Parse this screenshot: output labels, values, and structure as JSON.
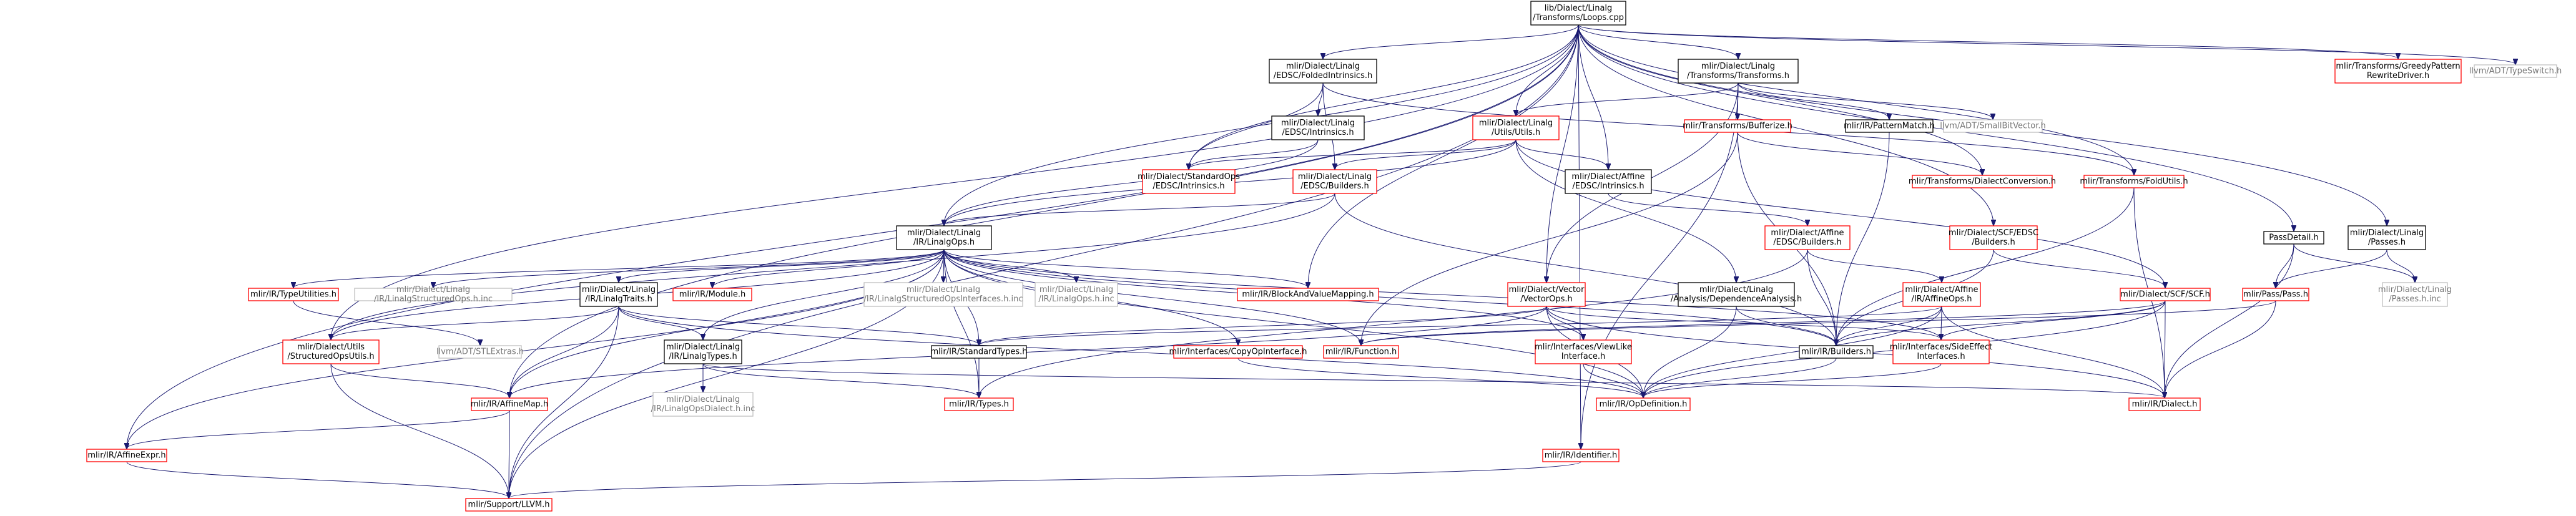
{
  "diagram": {
    "type": "include-dependency-graph",
    "root": "n_root",
    "colors": {
      "root_fill": "#bfbfbf",
      "node_fill": "#ffffff",
      "border_red": "#ff0000",
      "border_black": "#000000",
      "border_gray": "#bfbfbf",
      "edge": "#191970"
    },
    "nodes": [
      {
        "id": "n_root",
        "lines": [
          "lib/Dialect/Linalg",
          "/Transforms/Loops.cpp"
        ],
        "border": "black",
        "root": true
      },
      {
        "id": "n_folded",
        "lines": [
          "mlir/Dialect/Linalg",
          "/EDSC/FoldedIntrinsics.h"
        ],
        "border": "black"
      },
      {
        "id": "n_transforms",
        "lines": [
          "mlir/Dialect/Linalg",
          "/Transforms/Transforms.h"
        ],
        "border": "black"
      },
      {
        "id": "n_greedy",
        "lines": [
          "mlir/Transforms/GreedyPattern",
          "RewriteDriver.h"
        ],
        "border": "red"
      },
      {
        "id": "n_typeswitch",
        "lines": [
          "llvm/ADT/TypeSwitch.h"
        ],
        "border": "gray"
      },
      {
        "id": "n_linalg_intr",
        "lines": [
          "mlir/Dialect/Linalg",
          "/EDSC/Intrinsics.h"
        ],
        "border": "black"
      },
      {
        "id": "n_utils",
        "lines": [
          "mlir/Dialect/Linalg",
          "/Utils/Utils.h"
        ],
        "border": "red"
      },
      {
        "id": "n_buffer",
        "lines": [
          "mlir/Transforms/Bufferize.h"
        ],
        "border": "red"
      },
      {
        "id": "n_patmatch",
        "lines": [
          "mlir/IR/PatternMatch.h"
        ],
        "border": "black"
      },
      {
        "id": "n_smallbit",
        "lines": [
          "llvm/ADT/SmallBitVector.h"
        ],
        "border": "gray"
      },
      {
        "id": "n_std_intr",
        "lines": [
          "mlir/Dialect/StandardOps",
          "/EDSC/Intrinsics.h"
        ],
        "border": "red"
      },
      {
        "id": "n_linalg_bld",
        "lines": [
          "mlir/Dialect/Linalg",
          "/EDSC/Builders.h"
        ],
        "border": "red"
      },
      {
        "id": "n_aff_intr",
        "lines": [
          "mlir/Dialect/Affine",
          "/EDSC/Intrinsics.h"
        ],
        "border": "black"
      },
      {
        "id": "n_dialconv",
        "lines": [
          "mlir/Transforms/DialectConversion.h"
        ],
        "border": "red"
      },
      {
        "id": "n_foldutils",
        "lines": [
          "mlir/Transforms/FoldUtils.h"
        ],
        "border": "red"
      },
      {
        "id": "n_passdetail",
        "lines": [
          "PassDetail.h"
        ],
        "border": "black"
      },
      {
        "id": "n_passes",
        "lines": [
          "mlir/Dialect/Linalg",
          "/Passes.h"
        ],
        "border": "black"
      },
      {
        "id": "n_linalgops",
        "lines": [
          "mlir/Dialect/Linalg",
          "/IR/LinalgOps.h"
        ],
        "border": "black"
      },
      {
        "id": "n_aff_bld",
        "lines": [
          "mlir/Dialect/Affine",
          "/EDSC/Builders.h"
        ],
        "border": "red"
      },
      {
        "id": "n_scf_edsc",
        "lines": [
          "mlir/Dialect/SCF/EDSC",
          "/Builders.h"
        ],
        "border": "red"
      },
      {
        "id": "n_typeutils",
        "lines": [
          "mlir/IR/TypeUtilities.h"
        ],
        "border": "red"
      },
      {
        "id": "n_lso_inc",
        "lines": [
          "mlir/Dialect/Linalg",
          "/IR/LinalgStructuredOps.h.inc"
        ],
        "border": "gray"
      },
      {
        "id": "n_traits",
        "lines": [
          "mlir/Dialect/Linalg",
          "/IR/LinalgTraits.h"
        ],
        "border": "black"
      },
      {
        "id": "n_module",
        "lines": [
          "mlir/IR/Module.h"
        ],
        "border": "red"
      },
      {
        "id": "n_lsoi_inc",
        "lines": [
          "mlir/Dialect/Linalg",
          "/IR/LinalgStructuredOpsInterfaces.h.inc"
        ],
        "border": "gray"
      },
      {
        "id": "n_lops_inc",
        "lines": [
          "mlir/Dialect/Linalg",
          "/IR/LinalgOps.h.inc"
        ],
        "border": "gray"
      },
      {
        "id": "n_bvm",
        "lines": [
          "mlir/IR/BlockAndValueMapping.h"
        ],
        "border": "red"
      },
      {
        "id": "n_vectorops",
        "lines": [
          "mlir/Dialect/Vector",
          "/VectorOps.h"
        ],
        "border": "red"
      },
      {
        "id": "n_depanal",
        "lines": [
          "mlir/Dialect/Linalg",
          "/Analysis/DependenceAnalysis.h"
        ],
        "border": "black"
      },
      {
        "id": "n_affineops",
        "lines": [
          "mlir/Dialect/Affine",
          "/IR/AffineOps.h"
        ],
        "border": "red"
      },
      {
        "id": "n_scf",
        "lines": [
          "mlir/Dialect/SCF/SCF.h"
        ],
        "border": "red"
      },
      {
        "id": "n_pass",
        "lines": [
          "mlir/Pass/Pass.h"
        ],
        "border": "red"
      },
      {
        "id": "n_passes_inc",
        "lines": [
          "mlir/Dialect/Linalg",
          "/Passes.h.inc"
        ],
        "border": "gray"
      },
      {
        "id": "n_structutils",
        "lines": [
          "mlir/Dialect/Utils",
          "/StructuredOpsUtils.h"
        ],
        "border": "red"
      },
      {
        "id": "n_stlextras",
        "lines": [
          "llvm/ADT/STLExtras.h"
        ],
        "border": "gray"
      },
      {
        "id": "n_lintypes",
        "lines": [
          "mlir/Dialect/Linalg",
          "/IR/LinalgTypes.h"
        ],
        "border": "black"
      },
      {
        "id": "n_stdtypes",
        "lines": [
          "mlir/IR/StandardTypes.h"
        ],
        "border": "black"
      },
      {
        "id": "n_copyop",
        "lines": [
          "mlir/Interfaces/CopyOpInterface.h"
        ],
        "border": "red"
      },
      {
        "id": "n_function",
        "lines": [
          "mlir/IR/Function.h"
        ],
        "border": "red"
      },
      {
        "id": "n_viewlike",
        "lines": [
          "mlir/Interfaces/ViewLike",
          "Interface.h"
        ],
        "border": "red"
      },
      {
        "id": "n_builders",
        "lines": [
          "mlir/IR/Builders.h"
        ],
        "border": "black"
      },
      {
        "id": "n_sideeff",
        "lines": [
          "mlir/Interfaces/SideEffect",
          "Interfaces.h"
        ],
        "border": "red"
      },
      {
        "id": "n_affinemap",
        "lines": [
          "mlir/IR/AffineMap.h"
        ],
        "border": "red"
      },
      {
        "id": "n_lod_inc",
        "lines": [
          "mlir/Dialect/Linalg",
          "/IR/LinalgOpsDialect.h.inc"
        ],
        "border": "gray"
      },
      {
        "id": "n_types",
        "lines": [
          "mlir/IR/Types.h"
        ],
        "border": "red"
      },
      {
        "id": "n_opdef",
        "lines": [
          "mlir/IR/OpDefinition.h"
        ],
        "border": "red"
      },
      {
        "id": "n_dialect",
        "lines": [
          "mlir/IR/Dialect.h"
        ],
        "border": "red"
      },
      {
        "id": "n_affineexpr",
        "lines": [
          "mlir/IR/AffineExpr.h"
        ],
        "border": "red"
      },
      {
        "id": "n_identifier",
        "lines": [
          "mlir/IR/Identifier.h"
        ],
        "border": "red"
      },
      {
        "id": "n_supportllvm",
        "lines": [
          "mlir/Support/LLVM.h"
        ],
        "border": "red"
      }
    ],
    "edges": [
      [
        "n_root",
        "n_folded"
      ],
      [
        "n_root",
        "n_transforms"
      ],
      [
        "n_root",
        "n_greedy"
      ],
      [
        "n_root",
        "n_typeswitch"
      ],
      [
        "n_root",
        "n_std_intr"
      ],
      [
        "n_root",
        "n_utils"
      ],
      [
        "n_root",
        "n_aff_intr"
      ],
      [
        "n_root",
        "n_dialconv"
      ],
      [
        "n_root",
        "n_foldutils"
      ],
      [
        "n_root",
        "n_passdetail"
      ],
      [
        "n_root",
        "n_passes"
      ],
      [
        "n_root",
        "n_linalgops"
      ],
      [
        "n_root",
        "n_bvm"
      ],
      [
        "n_root",
        "n_vectorops"
      ],
      [
        "n_root",
        "n_scf_edsc"
      ],
      [
        "n_root",
        "n_structutils"
      ],
      [
        "n_root",
        "n_affinemap"
      ],
      [
        "n_root",
        "n_affineexpr"
      ],
      [
        "n_root",
        "n_supportllvm"
      ],
      [
        "n_root",
        "n_identifier"
      ],
      [
        "n_folded",
        "n_linalg_intr"
      ],
      [
        "n_folded",
        "n_std_intr"
      ],
      [
        "n_folded",
        "n_linalg_bld"
      ],
      [
        "n_folded",
        "n_foldutils"
      ],
      [
        "n_linalg_intr",
        "n_std_intr"
      ],
      [
        "n_linalg_intr",
        "n_linalgops"
      ],
      [
        "n_transforms",
        "n_utils"
      ],
      [
        "n_transforms",
        "n_buffer"
      ],
      [
        "n_transforms",
        "n_patmatch"
      ],
      [
        "n_transforms",
        "n_smallbit"
      ],
      [
        "n_transforms",
        "n_vectorops"
      ],
      [
        "n_transforms",
        "n_identifier"
      ],
      [
        "n_utils",
        "n_std_intr"
      ],
      [
        "n_utils",
        "n_linalg_bld"
      ],
      [
        "n_utils",
        "n_aff_intr"
      ],
      [
        "n_utils",
        "n_linalgops"
      ],
      [
        "n_utils",
        "n_depanal"
      ],
      [
        "n_utils",
        "n_scf"
      ],
      [
        "n_buffer",
        "n_dialconv"
      ],
      [
        "n_buffer",
        "n_builders"
      ],
      [
        "n_buffer",
        "n_function"
      ],
      [
        "n_patmatch",
        "n_builders"
      ],
      [
        "n_linalg_bld",
        "n_linalgops"
      ],
      [
        "n_linalg_bld",
        "n_builders"
      ],
      [
        "n_linalg_bld",
        "n_structutils"
      ],
      [
        "n_aff_intr",
        "n_aff_bld"
      ],
      [
        "n_aff_bld",
        "n_builders"
      ],
      [
        "n_aff_bld",
        "n_affineops"
      ],
      [
        "n_aff_bld",
        "n_types"
      ],
      [
        "n_foldutils",
        "n_builders"
      ],
      [
        "n_foldutils",
        "n_dialect"
      ],
      [
        "n_scf_edsc",
        "n_scf"
      ],
      [
        "n_scf_edsc",
        "n_builders"
      ],
      [
        "n_passdetail",
        "n_pass"
      ],
      [
        "n_passdetail",
        "n_dialect"
      ],
      [
        "n_passdetail",
        "n_passes_inc"
      ],
      [
        "n_passes",
        "n_pass"
      ],
      [
        "n_passes",
        "n_passes_inc"
      ],
      [
        "n_pass",
        "n_function"
      ],
      [
        "n_pass",
        "n_dialect"
      ],
      [
        "n_linalgops",
        "n_typeutils"
      ],
      [
        "n_linalgops",
        "n_lso_inc"
      ],
      [
        "n_linalgops",
        "n_traits"
      ],
      [
        "n_linalgops",
        "n_module"
      ],
      [
        "n_linalgops",
        "n_lsoi_inc"
      ],
      [
        "n_linalgops",
        "n_lops_inc"
      ],
      [
        "n_linalgops",
        "n_bvm"
      ],
      [
        "n_linalgops",
        "n_lintypes"
      ],
      [
        "n_linalgops",
        "n_stdtypes"
      ],
      [
        "n_linalgops",
        "n_copyop"
      ],
      [
        "n_linalgops",
        "n_function"
      ],
      [
        "n_linalgops",
        "n_viewlike"
      ],
      [
        "n_linalgops",
        "n_builders"
      ],
      [
        "n_linalgops",
        "n_affinemap"
      ],
      [
        "n_linalgops",
        "n_affineexpr"
      ],
      [
        "n_linalgops",
        "n_structutils"
      ],
      [
        "n_linalgops",
        "n_types"
      ],
      [
        "n_linalgops",
        "n_opdef"
      ],
      [
        "n_linalgops",
        "n_supportllvm"
      ],
      [
        "n_linalgops",
        "n_sideeff"
      ],
      [
        "n_typeutils",
        "n_stlextras"
      ],
      [
        "n_traits",
        "n_lintypes"
      ],
      [
        "n_traits",
        "n_stdtypes"
      ],
      [
        "n_traits",
        "n_affinemap"
      ],
      [
        "n_traits",
        "n_structutils"
      ],
      [
        "n_traits",
        "n_opdef"
      ],
      [
        "n_traits",
        "n_supportllvm"
      ],
      [
        "n_vectorops",
        "n_viewlike"
      ],
      [
        "n_vectorops",
        "n_stdtypes"
      ],
      [
        "n_vectorops",
        "n_affinemap"
      ],
      [
        "n_vectorops",
        "n_opdef"
      ],
      [
        "n_vectorops",
        "n_dialect"
      ],
      [
        "n_vectorops",
        "n_sideeff"
      ],
      [
        "n_depanal",
        "n_builders"
      ],
      [
        "n_depanal",
        "n_opdef"
      ],
      [
        "n_affineops",
        "n_builders"
      ],
      [
        "n_affineops",
        "n_opdef"
      ],
      [
        "n_affineops",
        "n_dialect"
      ],
      [
        "n_affineops",
        "n_sideeff"
      ],
      [
        "n_affineops",
        "n_stdtypes"
      ],
      [
        "n_scf",
        "n_builders"
      ],
      [
        "n_scf",
        "n_function"
      ],
      [
        "n_scf",
        "n_dialect"
      ],
      [
        "n_scf",
        "n_sideeff"
      ],
      [
        "n_scf",
        "n_opdef"
      ],
      [
        "n_structutils",
        "n_affinemap"
      ],
      [
        "n_structutils",
        "n_supportllvm"
      ],
      [
        "n_lintypes",
        "n_lod_inc"
      ],
      [
        "n_lintypes",
        "n_types"
      ],
      [
        "n_lintypes",
        "n_dialect"
      ],
      [
        "n_stdtypes",
        "n_types"
      ],
      [
        "n_copyop",
        "n_opdef"
      ],
      [
        "n_viewlike",
        "n_opdef"
      ],
      [
        "n_builders",
        "n_opdef"
      ],
      [
        "n_sideeff",
        "n_opdef"
      ],
      [
        "n_affinemap",
        "n_affineexpr"
      ],
      [
        "n_affinemap",
        "n_supportllvm"
      ],
      [
        "n_affineexpr",
        "n_supportllvm"
      ],
      [
        "n_identifier",
        "n_supportllvm"
      ]
    ]
  }
}
